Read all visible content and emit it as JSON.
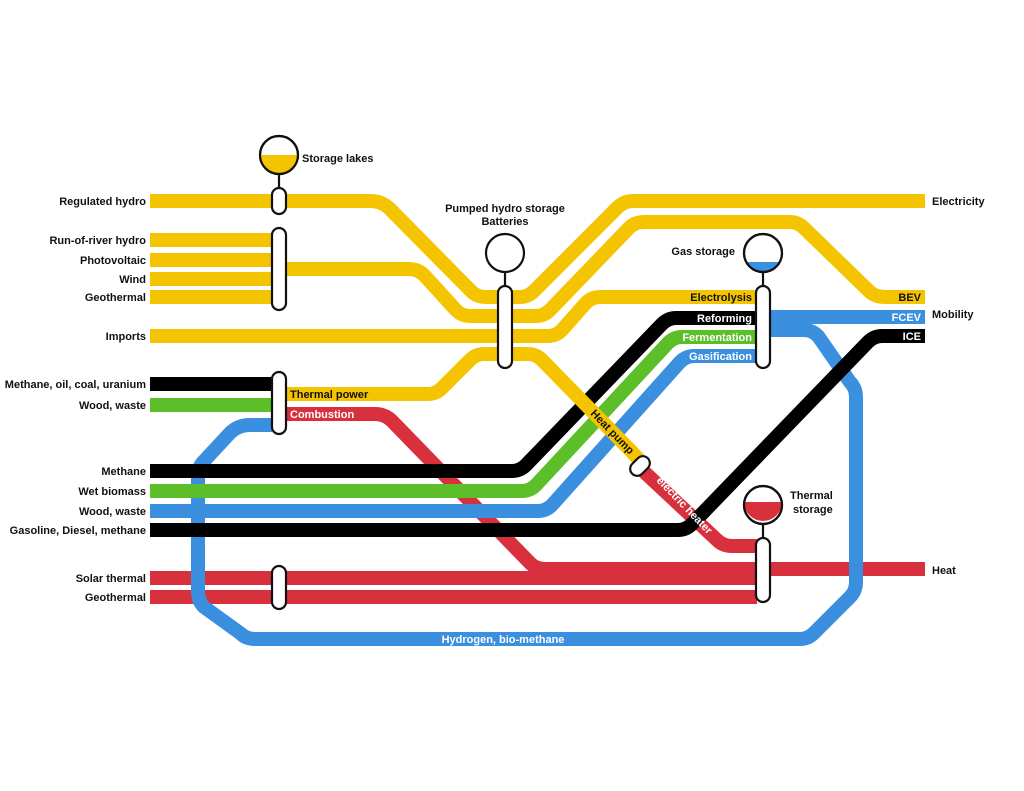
{
  "colors": {
    "electricity": "#f5c400",
    "fossil": "#000000",
    "biomass": "#5cbf2a",
    "hydrogen": "#3a8fde",
    "heat": "#d9303e"
  },
  "sources": {
    "regulated_hydro": "Regulated hydro",
    "run_of_river": "Run-of-river hydro",
    "photovoltaic": "Photovoltaic",
    "wind": "Wind",
    "geothermal_el": "Geothermal",
    "imports": "Imports",
    "fossil_nuclear": "Methane, oil, coal, uranium",
    "wood_waste_1": "Wood, waste",
    "methane": "Methane",
    "wet_biomass": "Wet biomass",
    "wood_waste_2": "Wood, waste",
    "fuels": "Gasoline, Diesel, methane",
    "solar_thermal": "Solar thermal",
    "geothermal_heat": "Geothermal"
  },
  "storage": {
    "lakes": "Storage lakes",
    "pumped_1": "Pumped hydro storage",
    "pumped_2": "Batteries",
    "gas": "Gas storage",
    "thermal_1": "Thermal",
    "thermal_2": "storage"
  },
  "sinks": {
    "electricity": "Electricity",
    "mobility": "Mobility",
    "heat": "Heat"
  },
  "processes": {
    "thermal_power": "Thermal power",
    "combustion": "Combustion",
    "electrolysis": "Electrolysis",
    "reforming": "Reforming",
    "fermentation": "Fermentation",
    "gasification": "Gasification",
    "heat_pump": "Heat pump",
    "electric_heater": "electric heater",
    "hydrogen_biomethane": "Hydrogen, bio-methane"
  },
  "mobility_types": {
    "bev": "BEV",
    "fcev": "FCEV",
    "ice": "ICE"
  }
}
